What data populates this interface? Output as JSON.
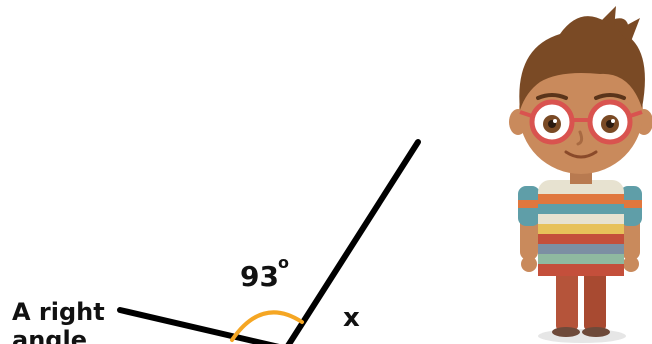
{
  "diagram": {
    "angle_label": "93",
    "degree_symbol": "o",
    "unknown_label": "x",
    "side_label_line1": "A right",
    "side_label_line2": "angle",
    "colors": {
      "ray": "#000000",
      "arc": "#f5a623",
      "text": "#111111"
    }
  },
  "character": {
    "icon": "boy-with-glasses-illustration",
    "colors": {
      "hair": "#7a4a25",
      "skin": "#c98a5c",
      "glasses": "#d9534f",
      "shirt_stripes": [
        "#e7e2d0",
        "#e0773e",
        "#5f9ea8",
        "#e7c15a",
        "#7c8fa3",
        "#c44f3b",
        "#8fb9a0"
      ],
      "pants": "#b5543a",
      "shoes": "#6e4a3a",
      "shadow": "#e6e6e6"
    }
  }
}
